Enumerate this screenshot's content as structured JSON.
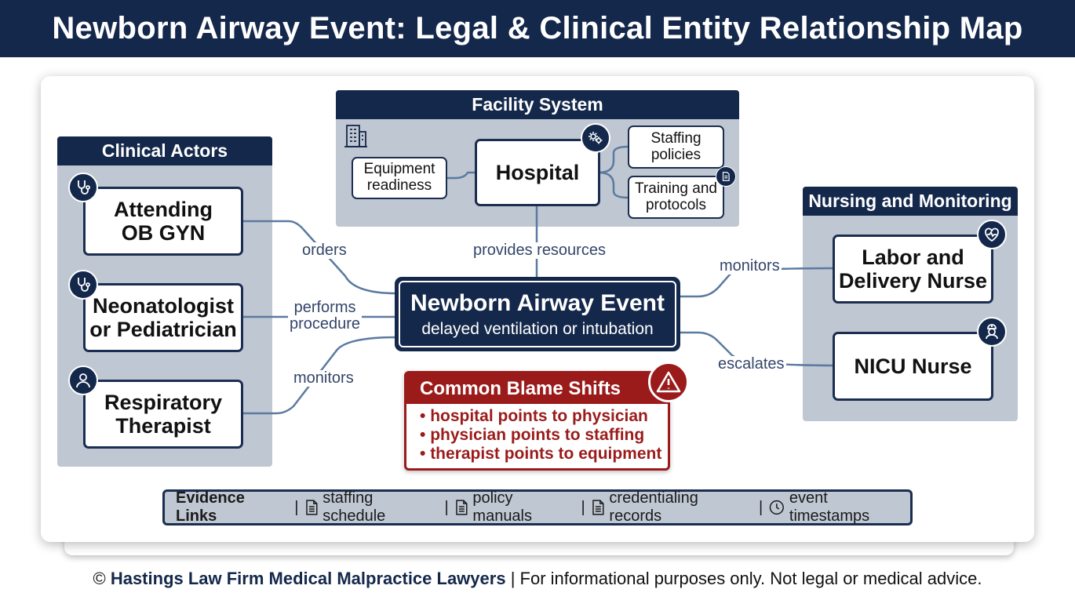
{
  "title": "Newborn Airway Event: Legal & Clinical Entity Relationship Map",
  "facility": {
    "title": "Facility System",
    "hospital": "Hospital",
    "equipment": "Equipment\nreadiness",
    "staffing": "Staffing\npolicies",
    "training": "Training and\nprotocols"
  },
  "clinical": {
    "title": "Clinical Actors",
    "attending": "Attending\nOB GYN",
    "neonatologist": "Neonatologist\nor Pediatrician",
    "therapist": "Respiratory\nTherapist"
  },
  "nursing": {
    "title": "Nursing and Monitoring",
    "ld_nurse": "Labor and\nDelivery Nurse",
    "nicu_nurse": "NICU Nurse"
  },
  "event": {
    "title": "Newborn Airway Event",
    "subtitle": "delayed ventilation or intubation"
  },
  "connectors": {
    "orders": "orders",
    "performs": "performs\nprocedure",
    "monitors_left": "monitors",
    "provides": "provides resources",
    "monitors_right": "monitors",
    "escalates": "escalates"
  },
  "blame": {
    "title": "Common Blame Shifts",
    "items": [
      "hospital points to physician",
      "physician points to staffing",
      "therapist points to equipment"
    ]
  },
  "evidence": {
    "title": "Evidence Links",
    "items": [
      "staffing schedule",
      "policy manuals",
      "credentialing records",
      "event timestamps"
    ]
  },
  "footer": {
    "firm": "Hastings Law Firm Medical Malpractice Lawyers",
    "copyright": "©",
    "disclaimer": "| For informational purposes only. Not legal or medical advice."
  },
  "colors": {
    "navy": "#14284b",
    "panel": "#bfc7d2",
    "alert": "#9b1b1b",
    "connector": "#5b7aa0"
  },
  "icons": [
    "building-icon",
    "gears-icon",
    "document-icon",
    "stethoscope-icon",
    "person-icon",
    "heartbeat-icon",
    "nurse-icon",
    "warning-icon",
    "clock-icon"
  ]
}
